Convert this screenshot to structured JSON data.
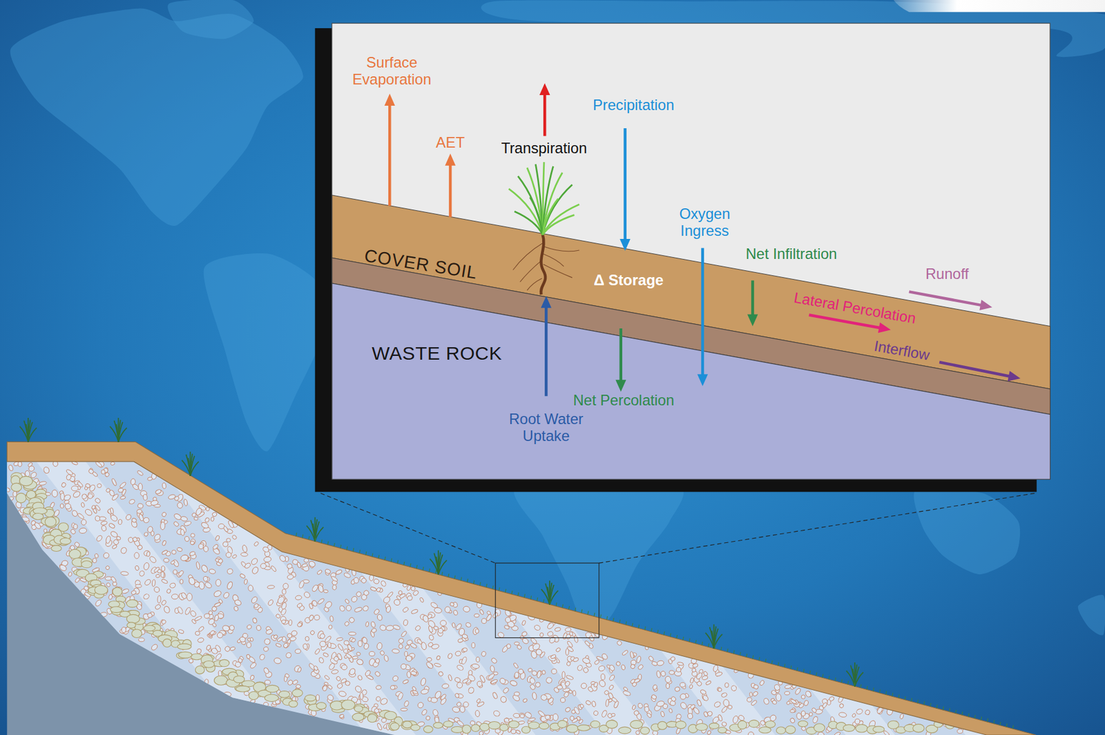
{
  "diagram": {
    "nodes": [
      {
        "text": [
          "COVER SOIL"
        ]
      },
      {
        "text": [
          "WASTE ROCK"
        ]
      }
    ],
    "labels": [
      "Surface Evaporation",
      "AET",
      "Transpiration",
      "Precipitation",
      "Oxygen Ingress",
      "Net Infiltration",
      "Runoff",
      "Δ Storage",
      "Lateral Percolation",
      "Interflow",
      "Net Percolation",
      "Root Water Uptake"
    ]
  }
}
